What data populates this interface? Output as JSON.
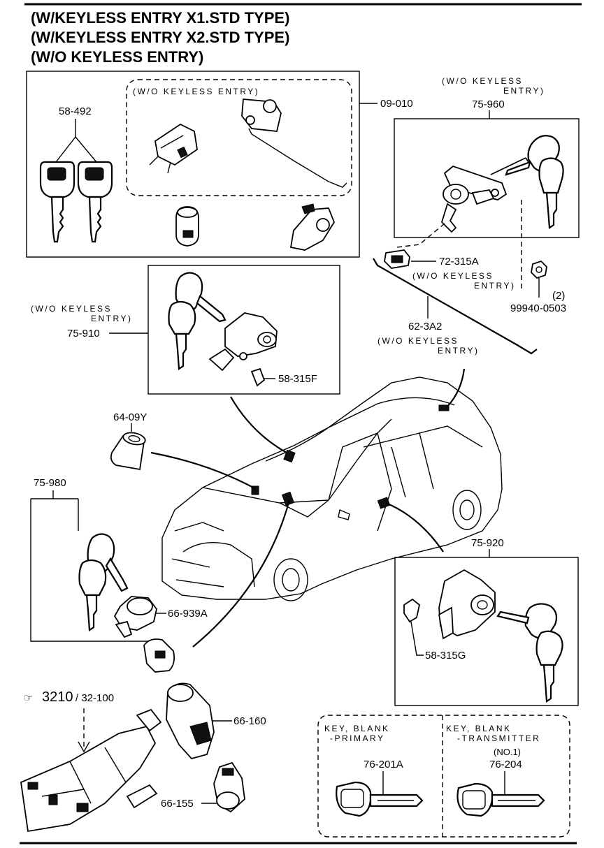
{
  "titles": [
    "(W/KEYLESS ENTRY X1.STD TYPE)",
    "(W/KEYLESS ENTRY X2.STD TYPE)",
    "(W/O KEYLESS ENTRY)"
  ],
  "labels": {
    "p58_492": "58-492",
    "p09_010": "09-010",
    "wo_keyless_top": "(W/O KEYLESS ENTRY)",
    "wo_keyless_rt_1": "(W/O KEYLESS",
    "wo_keyless_rt_2": "ENTRY)",
    "p75_960": "75-960",
    "p72_315A": "72-315A",
    "wo_keyless_mid_1": "(W/O KEYLESS",
    "wo_keyless_mid_2": "ENTRY)",
    "qty_2": "(2)",
    "p99940_0503": "99940-0503",
    "p62_3A2": "62-3A2",
    "wo_keyless_rod_1": "(W/O KEYLESS",
    "wo_keyless_rod_2": "ENTRY)",
    "wo_keyless_left_1": "(W/O KEYLESS",
    "wo_keyless_left_2": "ENTRY)",
    "p75_910": "75-910",
    "p58_315F": "58-315F",
    "p64_09Y": "64-09Y",
    "p75_980": "75-980",
    "p66_939A": "66-939A",
    "p75_920": "75-920",
    "p58_315G": "58-315G",
    "ref_main": "3210",
    "ref_sub": "/ 32-100",
    "p66_160": "66-160",
    "p66_155": "66-155",
    "key_blank_primary_1": "KEY, BLANK",
    "key_blank_primary_2": "-PRIMARY",
    "p76_201A": "76-201A",
    "key_blank_tx_1": "KEY, BLANK",
    "key_blank_tx_2": "-TRANSMITTER",
    "no1": "(NO.1)",
    "p76_204": "76-204"
  }
}
